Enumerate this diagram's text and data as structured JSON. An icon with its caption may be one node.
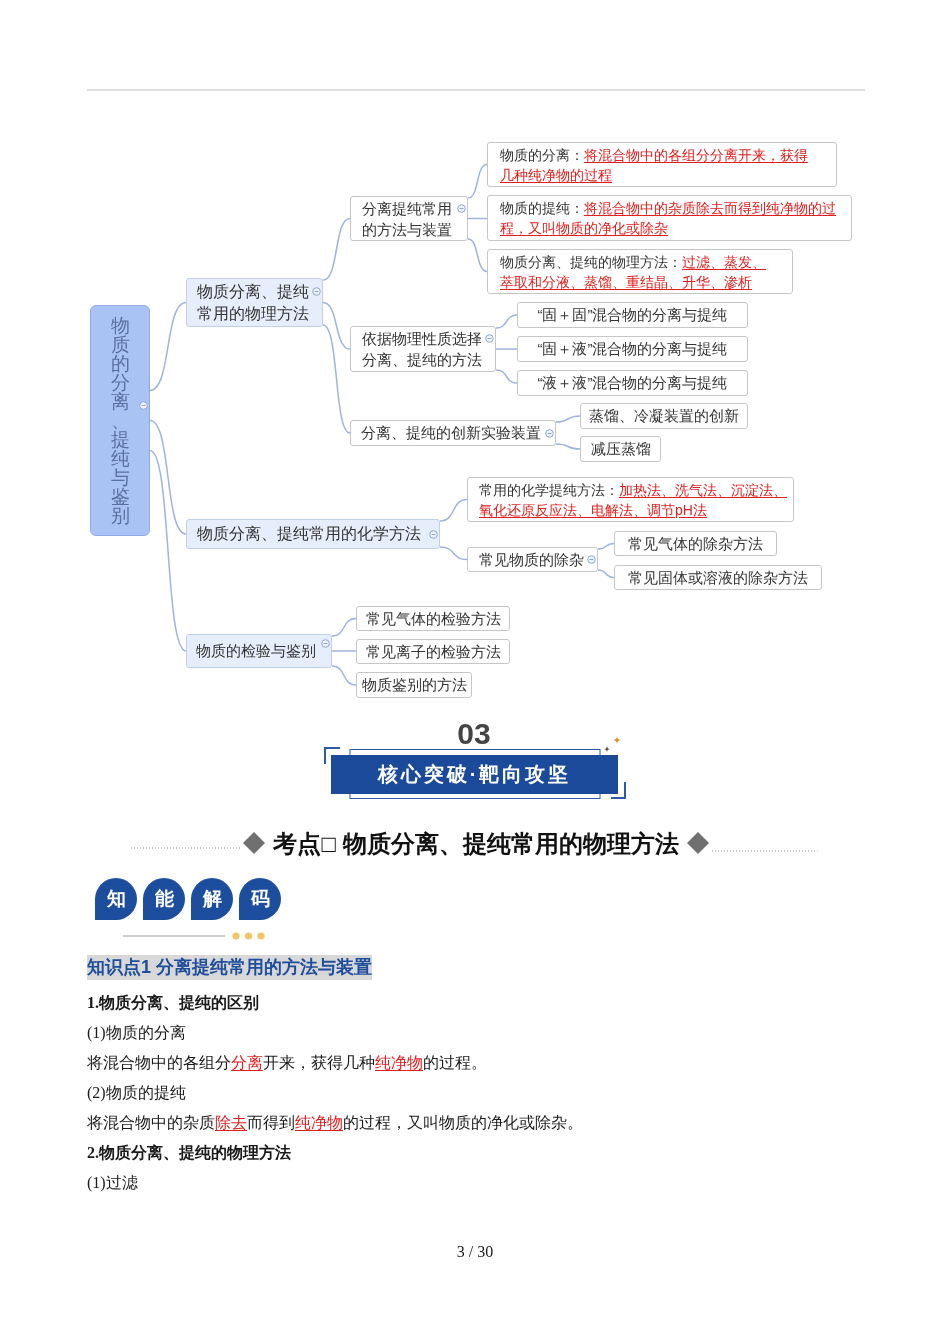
{
  "diagram": {
    "nodes": [
      {
        "text": [
          "物质的分离、提纯与鉴别"
        ]
      },
      {
        "text": [
          "物质分离、提纯常用的物理方法"
        ]
      },
      {
        "text": [
          "分离提纯常用的方法与装置"
        ]
      },
      {
        "text": [
          "物质的分离：**将混合物中的各组分分离开来，获得几种纯净物的过程**"
        ]
      },
      {
        "text": [
          "物质的提纯：**将混合物中的杂质除去而得到纯净物的过程，又叫物质的净化或除杂**"
        ]
      },
      {
        "text": [
          "物质分离、提纯的物理方法：**过滤、蒸发、萃取和分液、蒸馏、重结晶、升华、渗析**"
        ]
      },
      {
        "text": [
          "依据物理性质选择分离、提纯的方法"
        ]
      },
      {
        "text": [
          "“固＋固”混合物的分离与提纯"
        ]
      },
      {
        "text": [
          "“固＋液”混合物的分离与提纯"
        ]
      },
      {
        "text": [
          "“液＋液”混合物的分离与提纯"
        ]
      },
      {
        "text": [
          "分离、提纯的创新实验装置"
        ]
      },
      {
        "text": [
          "蒸馏、冷凝装置的创新"
        ]
      },
      {
        "text": [
          "减压蒸馏"
        ]
      },
      {
        "text": [
          "物质分离、提纯常用的化学方法"
        ]
      },
      {
        "text": [
          "常用的化学提纯方法：**加热法、洗气法、沉淀法、氧化还原反应法、电解法、调节pH法**"
        ]
      },
      {
        "text": [
          "常见物质的除杂"
        ]
      },
      {
        "text": [
          "常见气体的除杂方法"
        ]
      },
      {
        "text": [
          "常见固体或溶液的除杂方法"
        ]
      },
      {
        "text": [
          "物质的检验与鉴别"
        ]
      },
      {
        "text": [
          "常见气体的检验方法"
        ]
      },
      {
        "text": [
          "常见离子的检验方法"
        ]
      },
      {
        "text": [
          "物质鉴别的方法"
        ]
      },
      {
        "text": [
          "核心突破·靶向攻坚"
        ],
        "beside": [
          "03"
        ]
      },
      {
        "text": [
          "知"
        ]
      },
      {
        "text": [
          "能"
        ]
      },
      {
        "text": [
          "解"
        ]
      },
      {
        "text": [
          "码"
        ]
      }
    ],
    "edges": [
      {
        "from": 0,
        "to": 1,
        "arrow": "none"
      },
      {
        "from": 0,
        "to": 13,
        "arrow": "none"
      },
      {
        "from": 0,
        "to": 18,
        "arrow": "none"
      },
      {
        "from": 1,
        "to": 2,
        "arrow": "none"
      },
      {
        "from": 1,
        "to": 6,
        "arrow": "none"
      },
      {
        "from": 1,
        "to": 10,
        "arrow": "none"
      },
      {
        "from": 2,
        "to": 3,
        "arrow": "none"
      },
      {
        "from": 2,
        "to": 4,
        "arrow": "none"
      },
      {
        "from": 2,
        "to": 5,
        "arrow": "none"
      },
      {
        "from": 6,
        "to": 7,
        "arrow": "none"
      },
      {
        "from": 6,
        "to": 8,
        "arrow": "none"
      },
      {
        "from": 6,
        "to": 9,
        "arrow": "none"
      },
      {
        "from": 10,
        "to": 11,
        "arrow": "none"
      },
      {
        "from": 10,
        "to": 12,
        "arrow": "none"
      },
      {
        "from": 13,
        "to": 14,
        "arrow": "none"
      },
      {
        "from": 13,
        "to": 15,
        "arrow": "none"
      },
      {
        "from": 15,
        "to": 16,
        "arrow": "none"
      },
      {
        "from": 15,
        "to": 17,
        "arrow": "none"
      },
      {
        "from": 18,
        "to": 19,
        "arrow": "none"
      },
      {
        "from": 18,
        "to": 20,
        "arrow": "none"
      },
      {
        "from": 18,
        "to": 21,
        "arrow": "none"
      }
    ],
    "labels": [
      "考点□ 物质分离、提纯常用的物理方法",
      "知识点1 分离提纯常用的方法与装置",
      "1.物质分离、提纯的区别",
      "(1)物质的分离",
      "将混合物中的各组分**分离**开来，获得几种**纯净物**的过程。",
      "(2)物质的提纯",
      "将混合物中的杂质**除去**而得到**纯净物**的过程，又叫物质的净化或除杂。",
      "2.物质分离、提纯的物理方法",
      "(1)过滤",
      "3 / 30"
    ]
  }
}
